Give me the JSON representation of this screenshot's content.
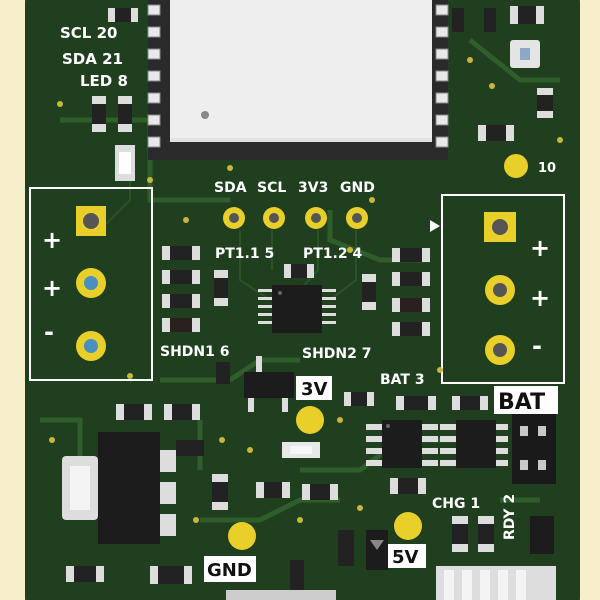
{
  "labels": {
    "scl20": "SCL 20",
    "sda21": "SDA 21",
    "led8": "LED 8",
    "pin10": "10",
    "sda": "SDA",
    "scl": "SCL",
    "v3v3": "3V3",
    "gnd": "GND",
    "pt11": "PT1.1 5",
    "pt12": "PT1.2 4",
    "shdn1": "SHDN1 6",
    "shdn2": "SHDN2 7",
    "v3": "3V",
    "bat3": "BAT 3",
    "bat": "BAT",
    "chg1": "CHG 1",
    "rdy2": "RDY 2",
    "gnd_bottom": "GND",
    "v5": "5V"
  },
  "left_terminal_signs": [
    "+",
    "+",
    "-"
  ],
  "right_terminal_signs": [
    "+",
    "+",
    "-"
  ],
  "colors": {
    "board": "#1f3f1f",
    "trace": "#2e5a2a",
    "copper_pad": "#e8cf2a",
    "silkscreen": "#ffffff",
    "background": "#f7eecb"
  }
}
